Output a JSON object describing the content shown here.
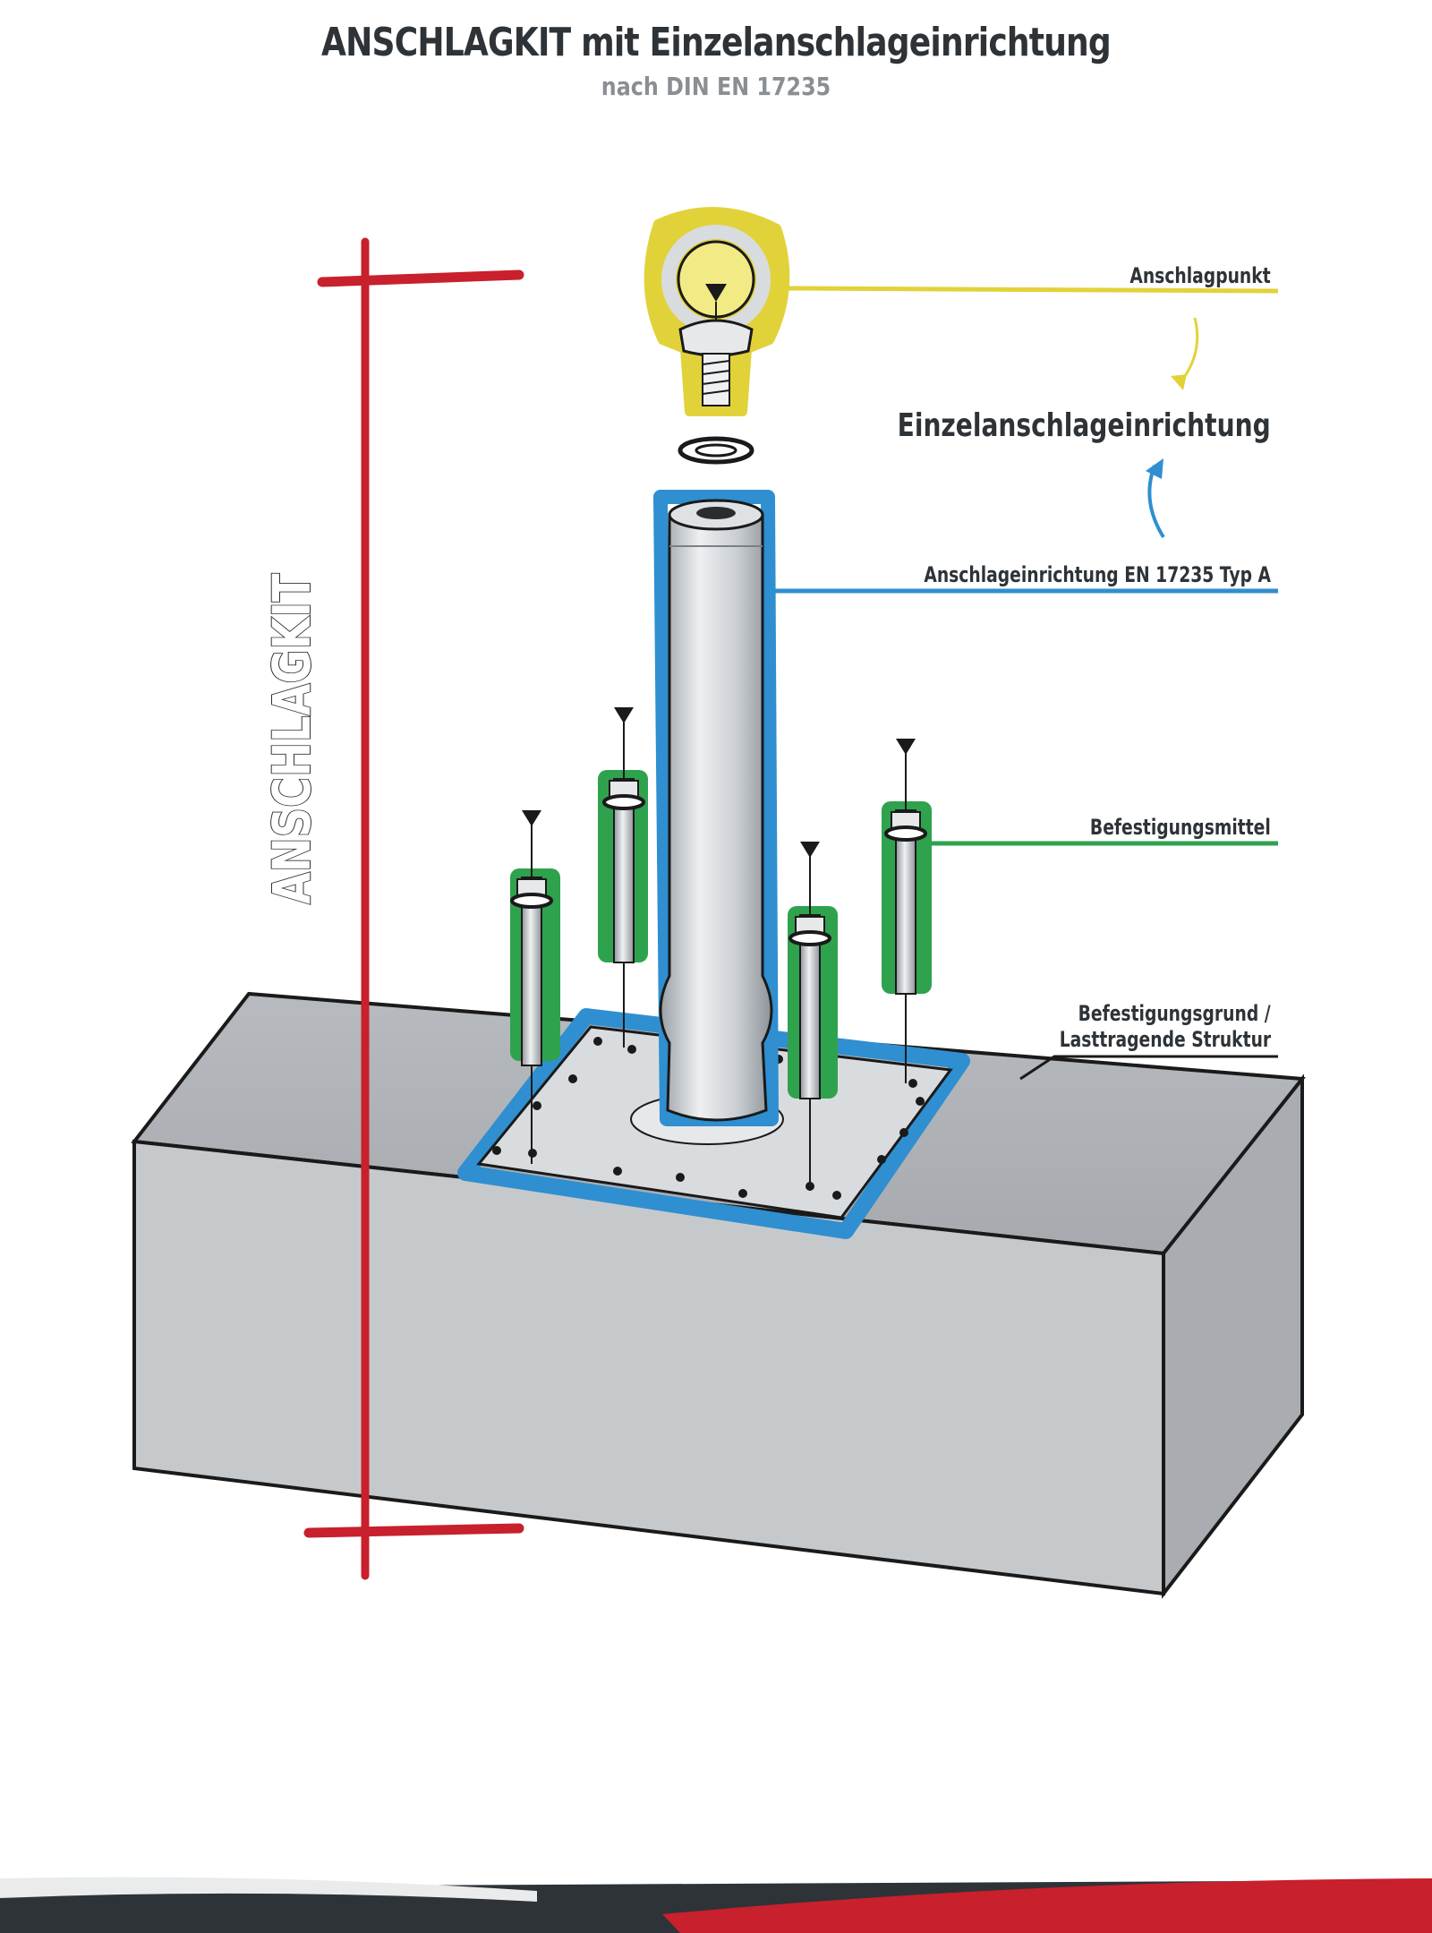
{
  "title": "ANSCHLAGKIT mit Einzelanschlageinrichtung",
  "subtitle": "nach DIN EN 17235",
  "vertical_label": "ANSCHLAGKIT",
  "callouts": {
    "anchor_point": "Anschlagpunkt",
    "single_device": "Einzelanschlageinrichtung",
    "device_type": "Anschlageinrichtung EN 17235 Typ A",
    "fasteners": "Befestigungsmittel",
    "base_line1": "Befestigungsgrund /",
    "base_line2": "Lasttragende Struktur"
  },
  "colors": {
    "anchor_point": "#e2d23a",
    "device": "#2f8fd0",
    "fasteners": "#2fa24e",
    "kit_bracket": "#c8202c",
    "base_callout": "#1a1a1a",
    "text": "#2e3338",
    "concrete": "#bcbfc2"
  }
}
